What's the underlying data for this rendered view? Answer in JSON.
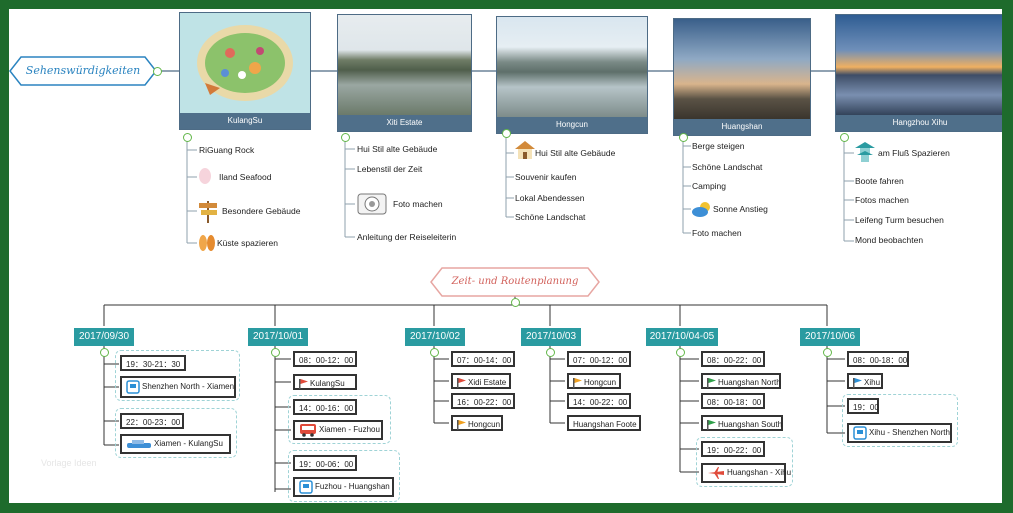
{
  "root": {
    "label": "Sehenswürdigkeiten"
  },
  "sights": [
    {
      "name": "KulangSu",
      "items": [
        "RiGuang Rock",
        "Iland Seafood",
        "Besondere Gebäude",
        "Küste spazieren"
      ]
    },
    {
      "name": "Xiti Estate",
      "items": [
        "Hui Stil alte Gebäude",
        "Lebenstil der Zeit",
        "Foto machen",
        "Anleitung der Reiseleiterin"
      ]
    },
    {
      "name": "Hongcun",
      "items": [
        "Hui Stil alte Gebäude",
        "Souvenir kaufen",
        "Lokal Abendessen",
        "Schöne Landschat"
      ]
    },
    {
      "name": "Huangshan",
      "items": [
        "Berge steigen",
        "Schöne Landschat",
        "Camping",
        "Sonne Anstieg",
        "Foto machen"
      ]
    },
    {
      "name": "Hangzhou Xihu",
      "items": [
        "am Fluß Spazieren",
        "Boote fahren",
        "Fotos machen",
        "Leifeng Turm besuchen",
        "Mond beobachten"
      ]
    }
  ],
  "plan": {
    "label": "Zeit- und Routenplanung",
    "days": [
      {
        "date": "2017/09/30",
        "items": [
          "19：30-21：30",
          "Shenzhen North - Xiamen",
          "22：00-23：00",
          "Xiamen - KulangSu"
        ]
      },
      {
        "date": "2017/10/01",
        "items": [
          "08：00-12：00",
          "KulangSu",
          "14：00-16：00",
          "Xiamen - Fuzhou",
          "19：00-06：00",
          "Fuzhou - Huangshan"
        ]
      },
      {
        "date": "2017/10/02",
        "items": [
          "07：00-14：00",
          "Xidi Estate",
          "16：00-22：00",
          "Hongcun"
        ]
      },
      {
        "date": "2017/10/03",
        "items": [
          "07：00-12：00",
          "Hongcun",
          "14：00-22：00",
          "Huangshan Foote"
        ]
      },
      {
        "date": "2017/10/04-05",
        "items": [
          "08：00-22：00",
          "Huangshan North",
          "08：00-18：00",
          "Huangshan South",
          "19：00-22：00",
          "Huangshan - Xihu"
        ]
      },
      {
        "date": "2017/10/06",
        "items": [
          "08：00-18：00",
          "Xihu",
          "19：00",
          "Xihu - Shenzhen North"
        ]
      }
    ]
  },
  "watermark": "Vorlage Ideen",
  "colors": {
    "frame": "#1e6b2c",
    "date_header": "#2a9ba1",
    "card_caption": "#4f6f8a",
    "root_outline": "#2b84c0",
    "plan_outline": "#e7a6a2"
  }
}
